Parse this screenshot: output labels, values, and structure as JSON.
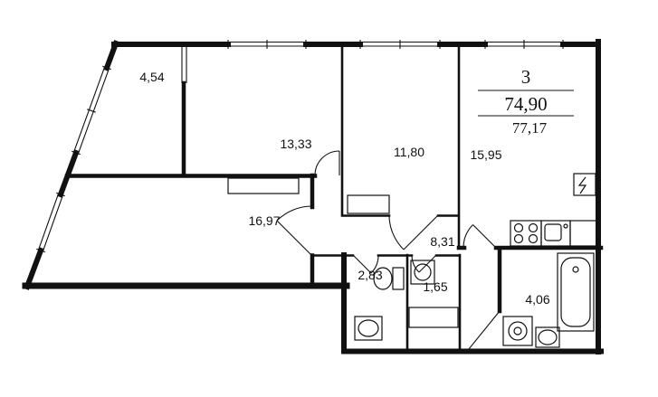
{
  "drawing": {
    "background": "#ffffff",
    "line_color": "#111111",
    "type": "apartment-floor-plan"
  },
  "title_block": {
    "rooms_count": "3",
    "living_area": "74,90",
    "total_area": "77,17"
  },
  "rooms": [
    {
      "id": "balcony",
      "area": "4,54"
    },
    {
      "id": "bedroom-1",
      "area": "13,33"
    },
    {
      "id": "bedroom-2",
      "area": "11,80"
    },
    {
      "id": "kitchen",
      "area": "15,95"
    },
    {
      "id": "living-room",
      "area": "16,97"
    },
    {
      "id": "hallway",
      "area": "8,31"
    },
    {
      "id": "wc",
      "area": "2,83"
    },
    {
      "id": "storage",
      "area": "1,65"
    },
    {
      "id": "bathroom",
      "area": "4,06"
    }
  ]
}
